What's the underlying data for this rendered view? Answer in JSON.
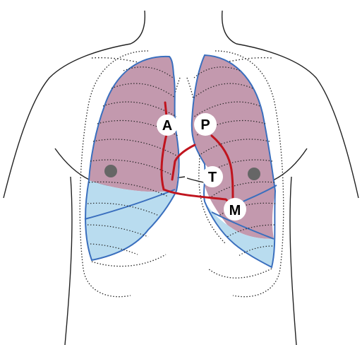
{
  "diagram": {
    "colors": {
      "upper_lobe_fill": "#c399ae",
      "lower_lobe_fill": "#b9dcef",
      "lung_outline": "#3a6fbe",
      "route_line": "#c0141e",
      "body_outline": "#222222",
      "rib_dots": "#222222",
      "nipple": "#666666",
      "label_circle": "#ffffff"
    },
    "labels": {
      "aortic": "A",
      "pulmonic": "P",
      "tricuspid": "T",
      "mitral": "M"
    }
  }
}
